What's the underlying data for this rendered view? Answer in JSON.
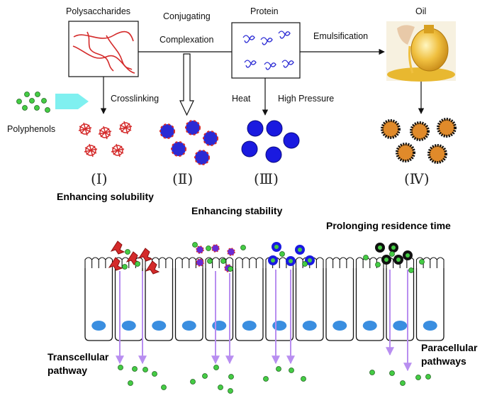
{
  "labels": {
    "polysaccharides": "Polysaccharides",
    "conjugating": "Conjugating",
    "complexation": "Complexation",
    "protein": "Protein",
    "emulsification": "Emulsification",
    "oil": "Oil",
    "crosslinking": "Crosslinking",
    "heat": "Heat",
    "high_pressure": "High Pressure",
    "polyphenols": "Polyphenols",
    "numeral_1": "(Ⅰ)",
    "numeral_2": "(Ⅱ)",
    "numeral_3": "(Ⅲ)",
    "numeral_4": "(Ⅳ)",
    "enhancing_solubility": "Enhancing solubility",
    "enhancing_stability": "Enhancing stability",
    "prolonging_residence": "Prolonging residence time",
    "transcellular_line1": "Transcellular",
    "transcellular_line2": "pathway",
    "paracellular_line1": "Paracellular",
    "paracellular_line2": "pathways"
  },
  "colors": {
    "polysaccharide": "#d42a2a",
    "protein": "#2a2ad4",
    "polyphenol": "#44cc44",
    "nucleus": "#3a8ee0",
    "oil_core": "#e08a2a",
    "pathway_arrow": "#b88ef0",
    "crosslink_arrow": "#7ff0f0"
  }
}
